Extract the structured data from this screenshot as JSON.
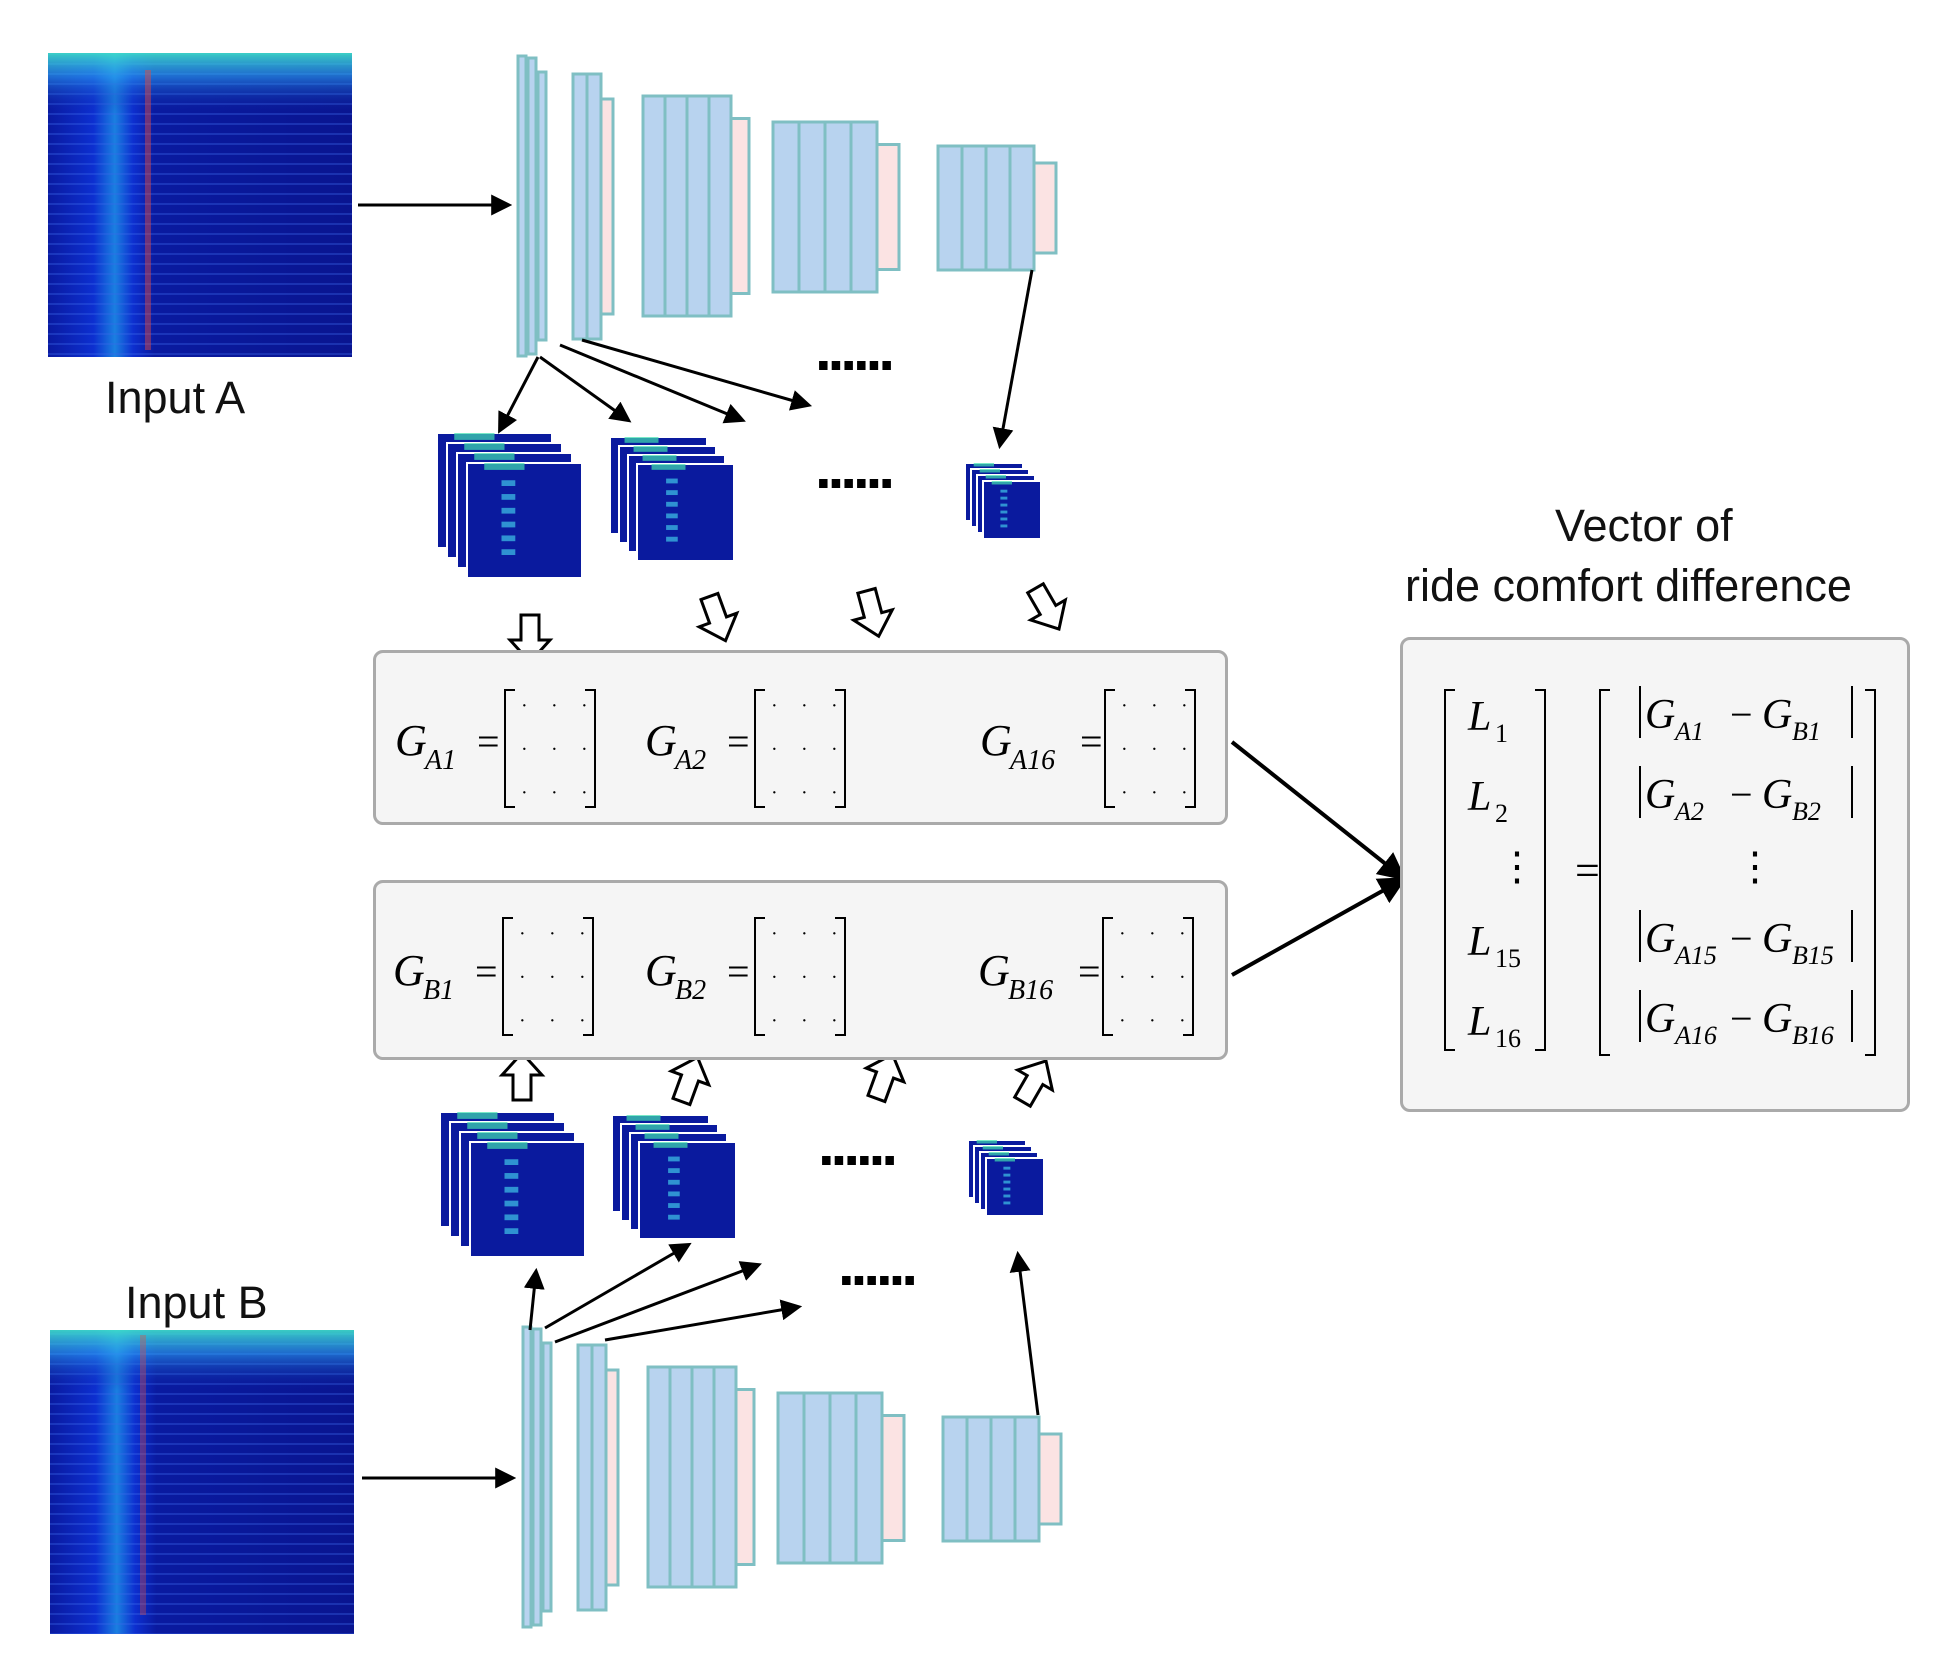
{
  "input_a_label": "Input A",
  "input_b_label": "Input B",
  "vector_title_line1": "Vector of",
  "vector_title_line2": "ride comfort difference",
  "ellipsis": "......",
  "matrix_dots": "·",
  "equals": "=",
  "gram_a": [
    {
      "base": "G",
      "sub": "A1"
    },
    {
      "base": "G",
      "sub": "A2"
    },
    {
      "base": "G",
      "sub": "A16"
    }
  ],
  "gram_b": [
    {
      "base": "G",
      "sub": "B1"
    },
    {
      "base": "G",
      "sub": "B2"
    },
    {
      "base": "G",
      "sub": "B16"
    }
  ],
  "loss_vector": [
    {
      "base": "L",
      "sub": "1"
    },
    {
      "base": "L",
      "sub": "2"
    },
    {
      "base": "L",
      "sub": "15"
    },
    {
      "base": "L",
      "sub": "16"
    }
  ],
  "difference_vector": [
    {
      "a": "A1",
      "b": "B1"
    },
    {
      "a": "A2",
      "b": "B2"
    },
    {
      "a": "A15",
      "b": "B15"
    },
    {
      "a": "A16",
      "b": "B16"
    }
  ],
  "minus": "−",
  "colors": {
    "layer_fill": "#b8d3ef",
    "layer_stroke": "#7fbfc3",
    "pool_fill": "#fbe3e3",
    "spectrogram_bg": "#0a1a9e",
    "box_fill": "#f5f5f5",
    "box_stroke": "#aaaaaa"
  }
}
